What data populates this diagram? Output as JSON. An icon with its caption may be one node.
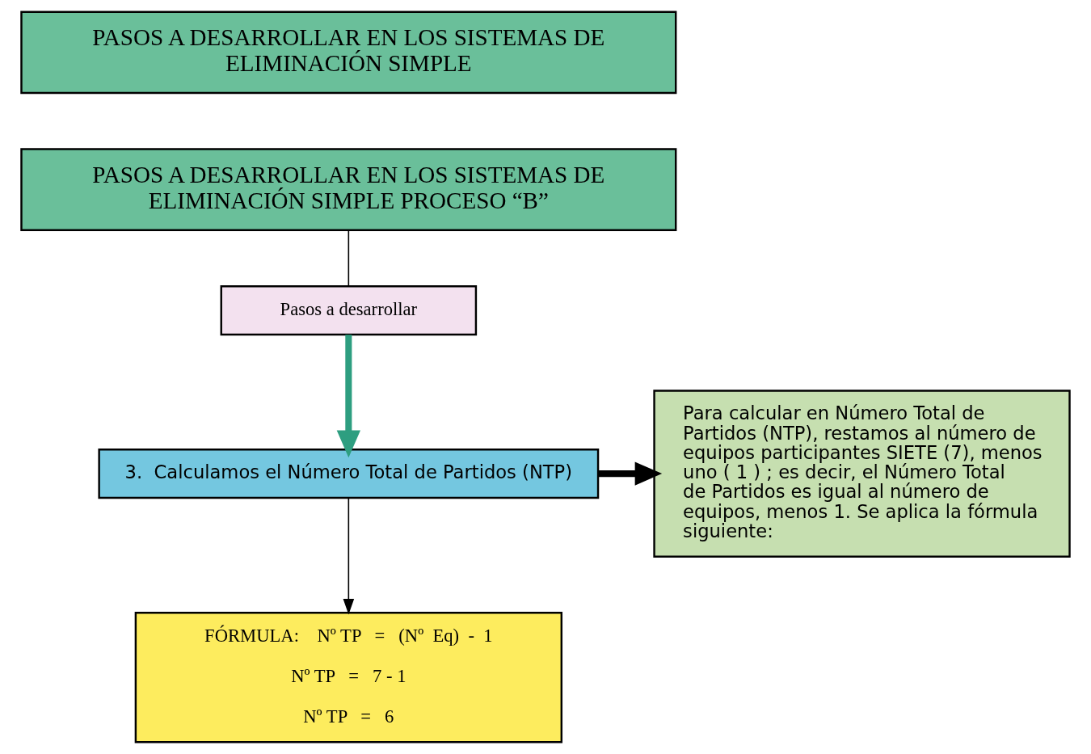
{
  "diagram": {
    "nodes": [
      {
        "text": [
          "PASOS A DESARROLLAR EN LOS SISTEMAS DE ELIMINACIÓN SIMPLE"
        ]
      },
      {
        "text": [
          "PASOS A DESARROLLAR EN LOS SISTEMAS DE ELIMINACIÓN SIMPLE PROCESO “B”"
        ]
      },
      {
        "text": [
          "Pasos a desarrollar"
        ]
      },
      {
        "text": [
          "3.  Calculamos el Número Total de Partidos (NTP)"
        ]
      },
      {
        "text": [
          "Para calcular en Número Total de Partidos (NTP), restamos al número de equipos participantes SIETE (7), menos uno ( 1 ) ; es decir, el Número Total de Partidos es igual al número de equipos, menos 1. Se aplica la fórmula siguiente:"
        ]
      },
      {
        "text": [
          "FÓRMULA:    Nº TP   =   (Nº  Eq)  -  1",
          "Nº TP   =   7 - 1",
          "Nº TP   =   6"
        ]
      }
    ],
    "edges": [
      {
        "from": 1,
        "to": 2,
        "arrow": "none"
      },
      {
        "from": 2,
        "to": 3,
        "arrow": "to",
        "style": "thick",
        "color": "#2e9e80"
      },
      {
        "from": 3,
        "to": 4,
        "arrow": "to",
        "style": "thick"
      },
      {
        "from": 3,
        "to": 5,
        "arrow": "to"
      }
    ]
  }
}
